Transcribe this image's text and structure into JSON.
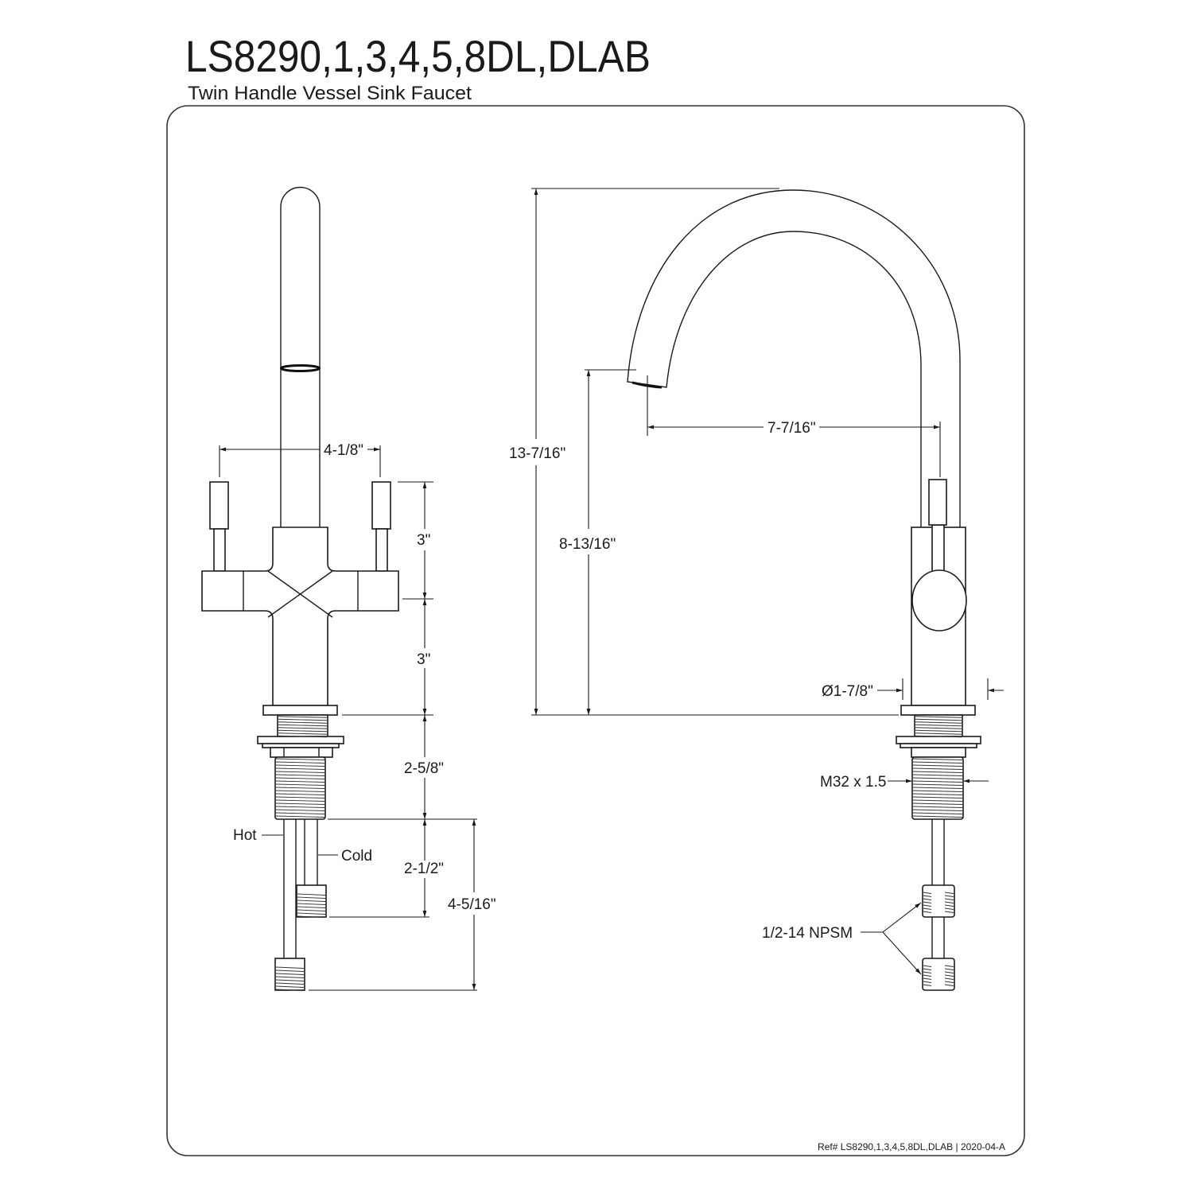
{
  "header": {
    "title": "LS8290,1,3,4,5,8DL,DLAB",
    "subtitle": "Twin Handle Vessel Sink Faucet"
  },
  "front_view": {
    "dimensions": {
      "handle_spread": "4-1/8\"",
      "upper_height": "3\"",
      "lower_height": "3\"",
      "shank_length": "2-5/8\"",
      "cold_line": "2-1/2\"",
      "hot_line": "4-5/16\""
    },
    "labels": {
      "hot": "Hot",
      "cold": "Cold"
    }
  },
  "side_view": {
    "dimensions": {
      "overall_height": "13-7/16\"",
      "spout_height": "8-13/16\"",
      "spout_reach": "7-7/16\"",
      "base_diameter": "Ø1-7/8\"",
      "thread": "M32 x 1.5",
      "connection": "1/2-14 NPSM"
    }
  },
  "footer": {
    "reference": "Ref# LS8290,1,3,4,5,8DL,DLAB | 2020-04-A"
  },
  "colors": {
    "line": "#1a1a1a",
    "background": "#ffffff"
  }
}
